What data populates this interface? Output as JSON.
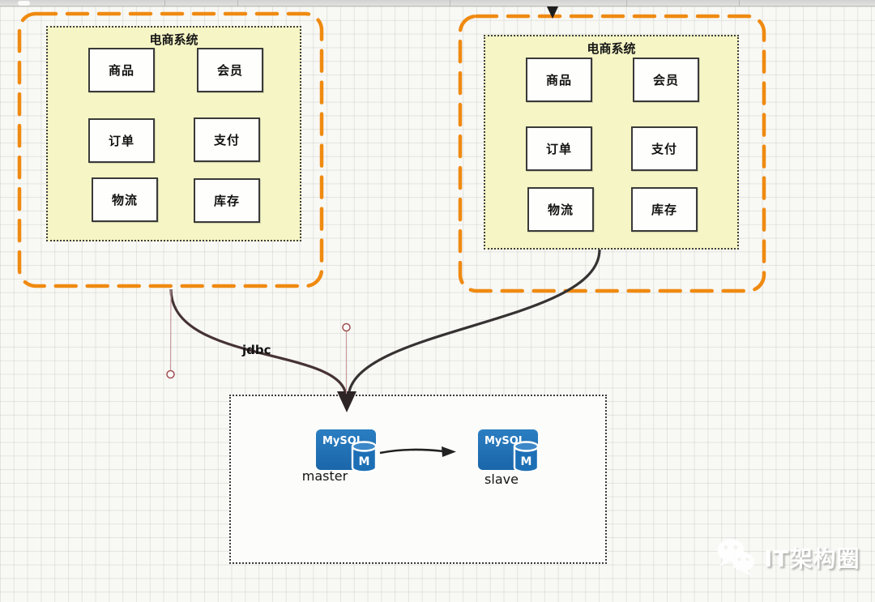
{
  "diagram": {
    "groups": [
      {
        "id": "ecommerce-left",
        "title": "电商系统",
        "modules": [
          "商品",
          "会员",
          "订单",
          "支付",
          "物流",
          "库存"
        ]
      },
      {
        "id": "ecommerce-right",
        "title": "电商系统",
        "modules": [
          "商品",
          "会员",
          "订单",
          "支付",
          "物流",
          "库存"
        ]
      }
    ],
    "edges": [
      {
        "from": "ecommerce-left",
        "to": "mysql-master",
        "label": "jdbc"
      },
      {
        "from": "ecommerce-right",
        "to": "mysql-master",
        "label": ""
      },
      {
        "from": "mysql-master",
        "to": "mysql-slave",
        "label": ""
      }
    ],
    "db_cluster": {
      "nodes": [
        {
          "product": "MySQL",
          "badge": "M",
          "label": "master"
        },
        {
          "product": "MySQL",
          "badge": "M",
          "label": "slave"
        }
      ]
    }
  },
  "watermark": {
    "text": "IT架构圈"
  },
  "colors": {
    "group_border_orange": "#EF8A10",
    "system_fill_yellow": "#F5F5C5",
    "mysql_blue": "#1D6FB5",
    "edge_dark": "#3B3132",
    "handle_red": "#A05050"
  }
}
